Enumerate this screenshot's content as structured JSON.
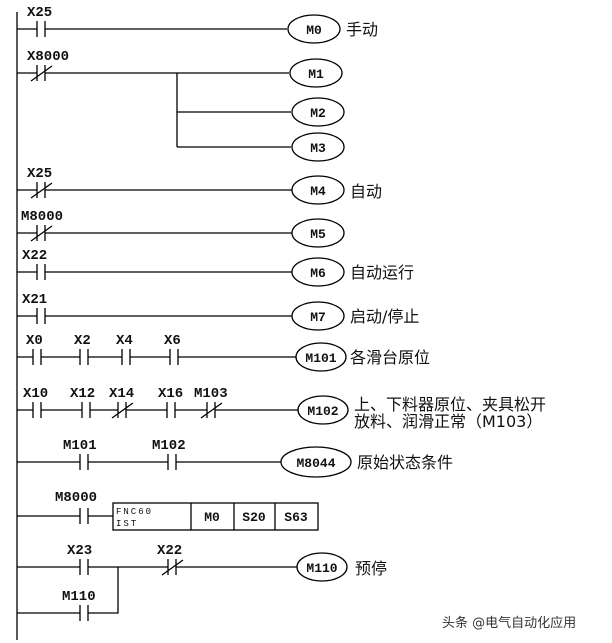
{
  "rungs": [
    {
      "contacts": [
        "X25"
      ],
      "coil": "M0",
      "comment": "手动"
    },
    {
      "contacts": [
        "X8000"
      ],
      "coils": [
        "M1",
        "M2",
        "M3"
      ]
    },
    {
      "contacts": [
        "X25"
      ],
      "coil": "M4",
      "comment": "自动"
    },
    {
      "contacts": [
        "M8000"
      ],
      "coil": "M5"
    },
    {
      "contacts": [
        "X22"
      ],
      "coil": "M6",
      "comment": "自动运行"
    },
    {
      "contacts": [
        "X21"
      ],
      "coil": "M7",
      "comment": "启动/停止"
    },
    {
      "contacts": [
        "X0",
        "X2",
        "X4",
        "X6"
      ],
      "coil": "M101",
      "comment": "各滑台原位"
    },
    {
      "contacts": [
        "X10",
        "X12",
        "X14",
        "X16",
        "M103"
      ],
      "coil": "M102",
      "comment": "上、下料器原位、夹具松开",
      "comment2": "放料、润滑正常（M103）"
    },
    {
      "contacts": [
        "M101",
        "M102"
      ],
      "coil": "M8044",
      "comment": "原始状态条件"
    },
    {
      "contacts": [
        "M8000"
      ],
      "instr": {
        "fnc": "FNC60",
        "name": "IST",
        "ops": [
          "M0",
          "S20",
          "S63"
        ]
      }
    },
    {
      "contacts": [
        "X23",
        "X22",
        "M110"
      ],
      "coil": "M110",
      "comment": "预停"
    }
  ],
  "watermark": "头条 @电气自动化应用"
}
